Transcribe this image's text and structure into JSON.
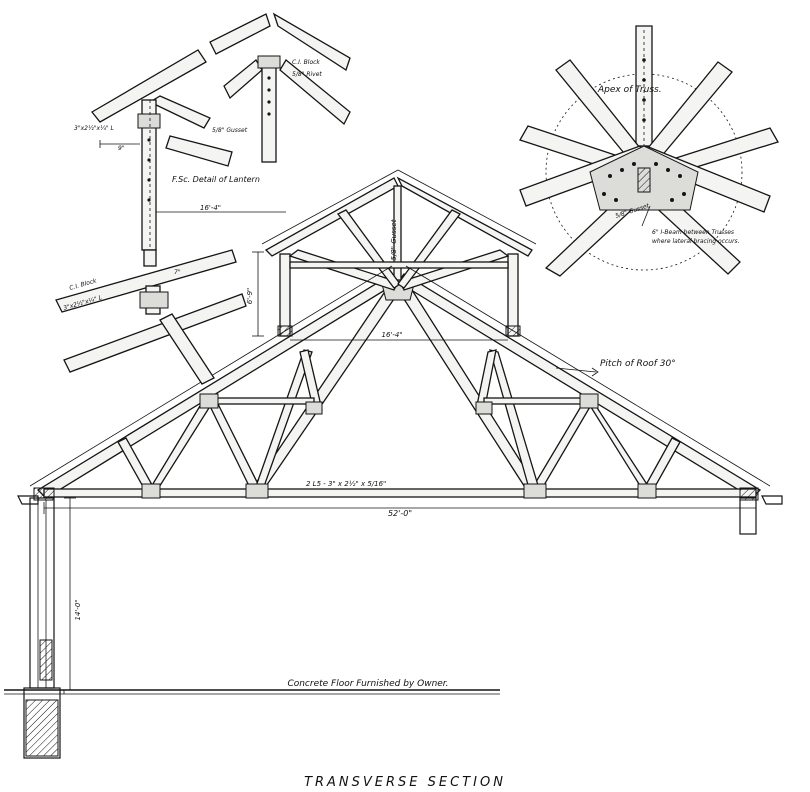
{
  "drawing": {
    "title": "TRANSVERSE SECTION",
    "floor_note": "Concrete Floor Furnished by Owner.",
    "span_label": "52'-0\"",
    "pitch_label": "Pitch of Roof 30°",
    "lower_chord_label": "2 L5 - 3\" x 2½\" x 5/16\"",
    "lantern_rise_label": "6'-9\"",
    "height_label": "14'-0\"",
    "center_spacing_label": "16'-4\"",
    "gusset_label": "5/8\" Gusset"
  },
  "lantern_detail": {
    "title": "F.Sc. Detail of Lantern",
    "cs_block_label": "C.I. Block",
    "rivet_label": "5/8\" Rivet",
    "gusset_label": "5/8\" Gusset",
    "angle_label": "3\"x2½\"x¼\" L",
    "dim_9": "9\"",
    "dim_16_4": "16'-4\"",
    "dim_7": "7\"",
    "cs_block_label_2": "C.I. Block",
    "angle_label_2": "3\"x2½\"x¼\" L"
  },
  "apex_detail": {
    "title": "Apex of Truss.",
    "gusset_label": "5/8\" Gusset",
    "beam_note_1": "6\" I-Beam between Trusses",
    "beam_note_2": "where lateral bracing occurs."
  }
}
